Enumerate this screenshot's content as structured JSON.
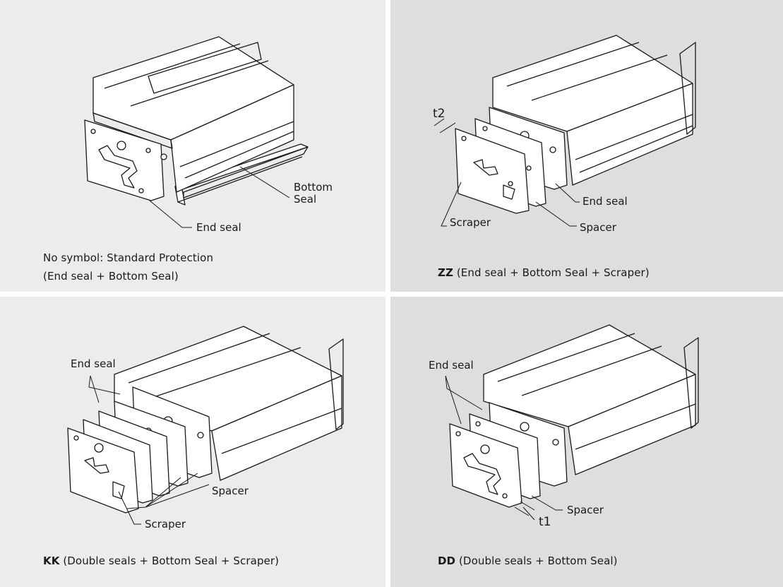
{
  "colors": {
    "panel_light": "#ececec",
    "panel_dark": "#dedede",
    "line": "#1a1a1a",
    "part_fill": "#ffffff"
  },
  "panels": [
    {
      "caption_line1": "No symbol: Standard Protection",
      "caption_line2": "(End seal + Bottom Seal)",
      "labels": {
        "bottom_seal_1": "Bottom",
        "bottom_seal_2": "Seal",
        "end_seal": "End seal"
      }
    },
    {
      "code": "ZZ",
      "caption_rest": " (End seal + Bottom Seal + Scraper)",
      "labels": {
        "t2": "t2",
        "scraper": "Scraper",
        "spacer": "Spacer",
        "end_seal": "End seal"
      }
    },
    {
      "code": "KK",
      "caption_rest": " (Double seals + Bottom Seal + Scraper)",
      "labels": {
        "end_seal": "End seal",
        "spacer": "Spacer",
        "scraper": "Scraper"
      }
    },
    {
      "code": "DD",
      "caption_rest": " (Double seals + Bottom Seal)",
      "labels": {
        "end_seal": "End seal",
        "spacer": "Spacer",
        "t1": "t1"
      }
    }
  ]
}
